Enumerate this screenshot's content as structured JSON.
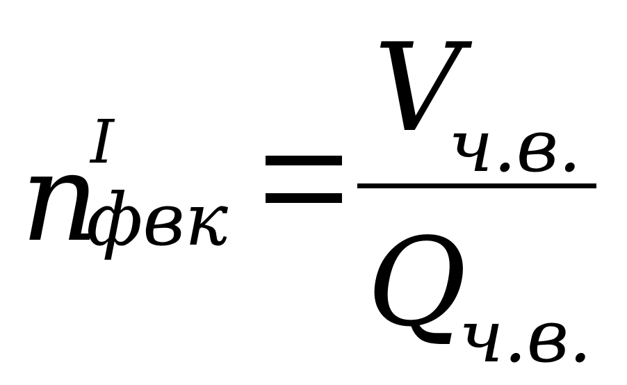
{
  "formula": {
    "lhs": {
      "base": "n",
      "superscript": "I",
      "subscript": "фвк"
    },
    "relation": "=",
    "rhs": {
      "numerator": {
        "base": "V",
        "subscript": "ч.в."
      },
      "denominator": {
        "base": "Q",
        "subscript": "ч.в."
      }
    }
  }
}
